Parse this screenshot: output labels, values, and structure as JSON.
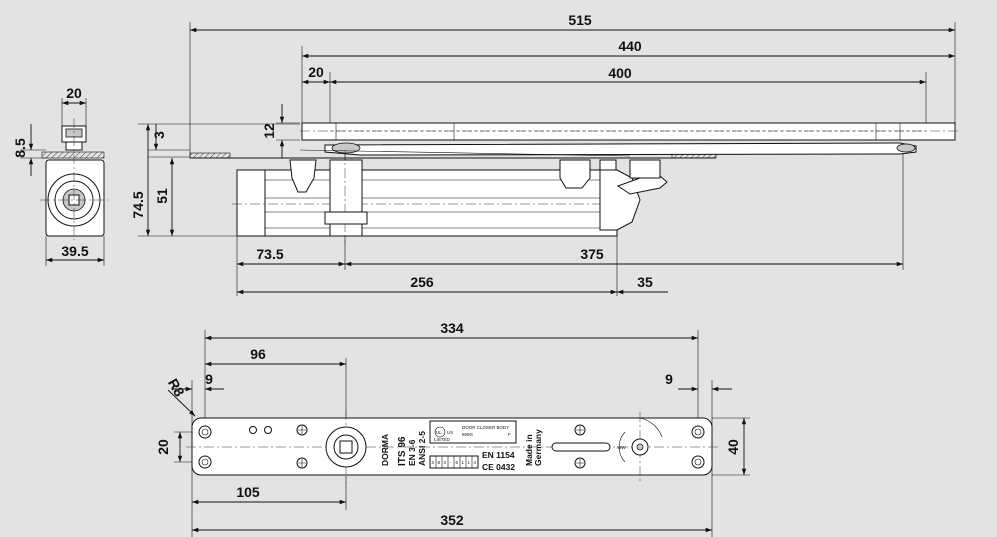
{
  "dimensions": {
    "overall_length": "515",
    "arm_length": "440",
    "arm_offset": "20",
    "arm_pivot_span": "400",
    "arm_height": "12",
    "gap": "3",
    "body_total_height": "74.5",
    "body_height": "51",
    "side_width": "20",
    "side_top": "8.5",
    "side_depth": "39.5",
    "spindle_offset": "73.5",
    "body_length": "256",
    "pivot_to_end": "375",
    "end_gap": "35",
    "plate_holes_span": "334",
    "plate_spindle_pos": "96",
    "radius": "R8",
    "hole_edge_left": "9",
    "hole_edge_right": "9",
    "hole_spacing": "20",
    "plate_height": "40",
    "plate_spindle_from_left": "105",
    "plate_length": "352"
  },
  "label": {
    "brand": "DORMA",
    "model": "ITS 96",
    "standard_en": "EN 3-6",
    "standard_ansi": "ANSI 2-5",
    "ul_text": "DOOR CLOSER BODY",
    "ul_code": "669G",
    "ul_listed": "LISTED",
    "ul_mark": "UL",
    "ul_us": "US",
    "ul_f": "F",
    "en_code": "EN 1154",
    "ce_text": "CE 0432",
    "made_in": "Made in",
    "germany": "Germany",
    "grade_digits": [
      "3",
      "8",
      "3",
      "-",
      "6",
      "1",
      "1",
      "4"
    ]
  }
}
